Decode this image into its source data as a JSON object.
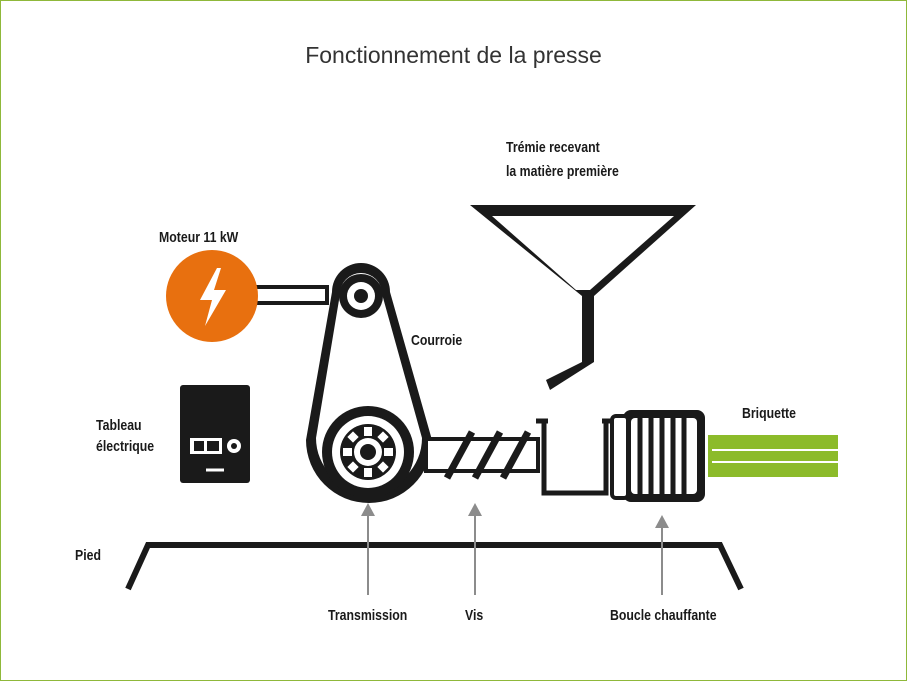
{
  "title": "Fonctionnement de la presse",
  "labels": {
    "hopper_line1": "Trémie recevant",
    "hopper_line2": "la matière première",
    "motor": "Moteur 11 kW",
    "belt": "Courroie",
    "panel_line1": "Tableau",
    "panel_line2": "électrique",
    "briquette": "Briquette",
    "foot": "Pied",
    "transmission": "Transmission",
    "screw": "Vis",
    "heating_coil": "Boucle chauffante"
  },
  "colors": {
    "frame": "#8fb83a",
    "motor": "#e8700f",
    "briquette": "#8cbb2a",
    "machine": "#1a1a1a",
    "arrow": "#8c8c8c"
  },
  "icons": {
    "motor": "lightning-bolt-icon",
    "panel": "electrical-panel-icon"
  }
}
